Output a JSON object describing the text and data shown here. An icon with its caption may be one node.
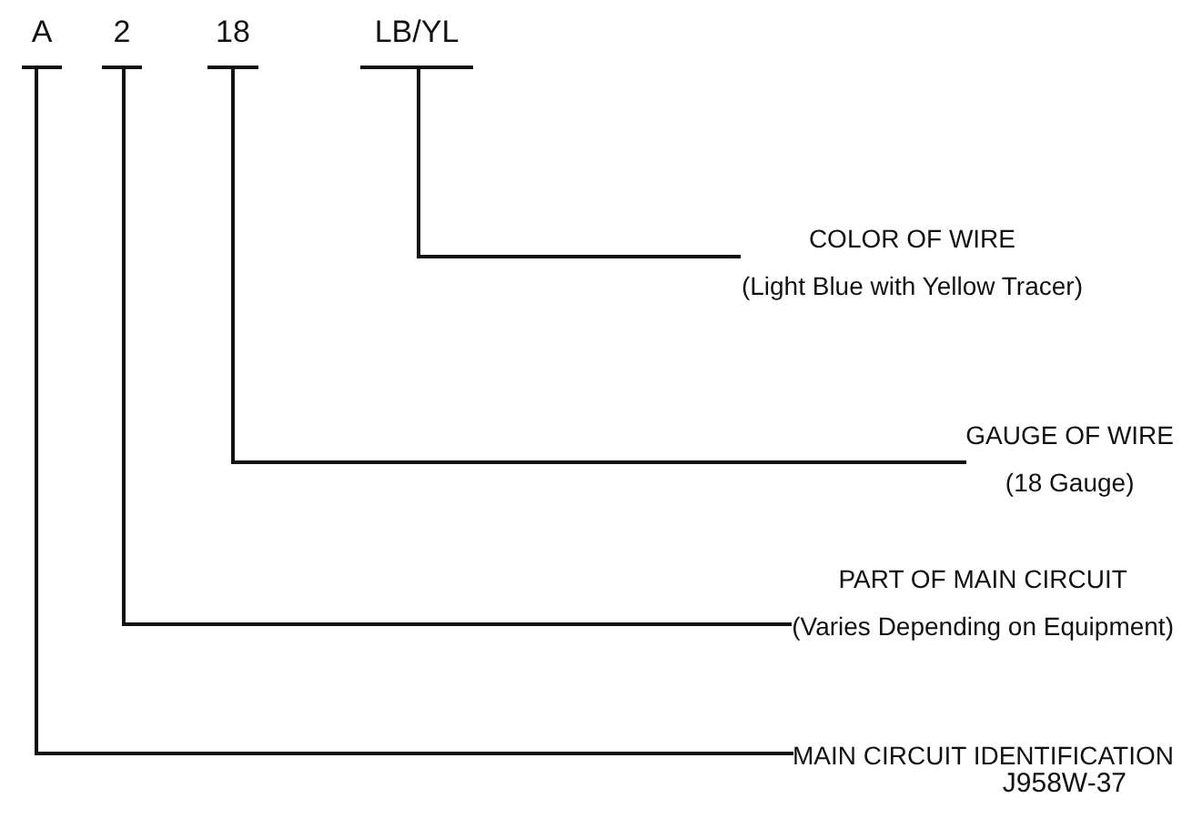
{
  "diagram": {
    "nodes": [
      {
        "text": [
          "A"
        ]
      },
      {
        "text": [
          "2"
        ]
      },
      {
        "text": [
          "18"
        ]
      },
      {
        "text": [
          "LB/YL"
        ]
      },
      {
        "text": [
          "COLOR OF WIRE",
          "(Light Blue with Yellow Tracer)"
        ]
      },
      {
        "text": [
          "GAUGE OF WIRE",
          "(18 Gauge)"
        ]
      },
      {
        "text": [
          "PART OF MAIN CIRCUIT",
          "(Varies Depending on Equipment)"
        ]
      },
      {
        "text": [
          "MAIN CIRCUIT IDENTIFICATION"
        ]
      }
    ],
    "edges": [
      {
        "from": 3,
        "to": 4,
        "arrow": "none"
      },
      {
        "from": 2,
        "to": 5,
        "arrow": "none"
      },
      {
        "from": 1,
        "to": 6,
        "arrow": "none"
      },
      {
        "from": 0,
        "to": 7,
        "arrow": "none"
      }
    ],
    "labels": [
      "J958W-37"
    ]
  }
}
